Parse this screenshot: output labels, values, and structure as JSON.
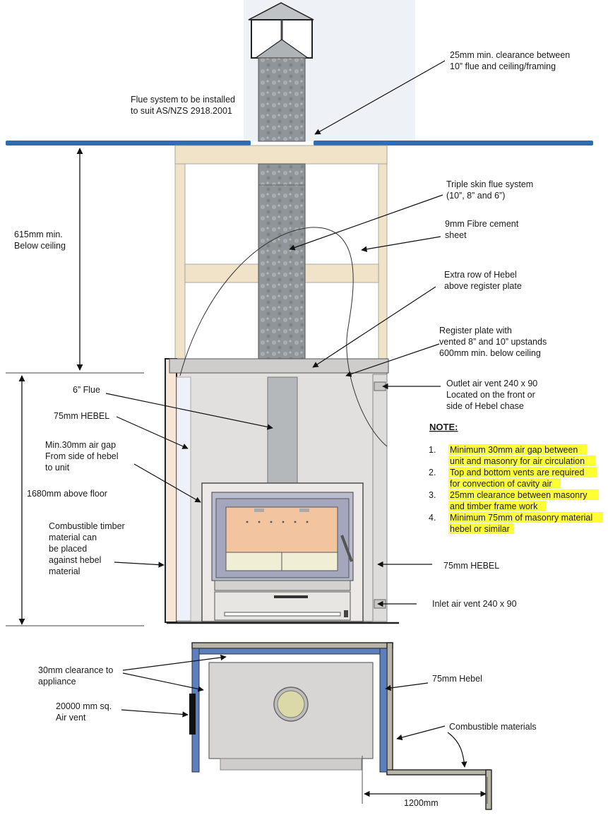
{
  "annotations": {
    "flue_system": [
      "Flue system to be installed",
      "to suit AS/NZS 2918.2001"
    ],
    "clearance_25mm": [
      "25mm min. clearance between",
      "10” flue and ceiling/framing"
    ],
    "triple_skin": [
      "Triple skin flue system",
      "(10”, 8” and 6”)"
    ],
    "fibre_cement": [
      "9mm Fibre cement",
      "sheet"
    ],
    "extra_row_hebel": [
      "Extra row of Hebel",
      "above register plate"
    ],
    "register_plate": [
      "Register plate  with",
      "vented 8” and 10” upstands",
      "600mm min. below ceiling"
    ],
    "outlet_vent": [
      "Outlet air vent 240 x 90",
      "Located on the front or",
      "side of Hebel chase"
    ],
    "below_ceiling_615": [
      "615mm min.",
      "Below ceiling"
    ],
    "flue_6": [
      "6” Flue"
    ],
    "hebel_75_left": [
      "75mm HEBEL"
    ],
    "air_gap_30": [
      "Min.30mm air gap",
      "From side of  hebel",
      "to unit"
    ],
    "above_floor_1680": [
      "1680mm above floor"
    ],
    "combustible_timber": [
      "Combustible timber",
      "material can",
      "be placed",
      "against hebel",
      " material"
    ],
    "hebel_75_right": [
      "75mm HEBEL"
    ],
    "inlet_vent": [
      "Inlet air vent 240 x 90"
    ],
    "clearance_30_appliance": [
      "30mm clearance to",
      "appliance"
    ],
    "air_vent_20000": [
      "20000 mm sq.",
      "Air vent"
    ],
    "hebel_75_plan": [
      "75mm Hebel"
    ],
    "combustible_materials": [
      "Combustible materials"
    ],
    "dim_1200": [
      "1200mm"
    ]
  },
  "note": {
    "title": "NOTE:",
    "items": [
      {
        "num": "1.",
        "lines": [
          "Minimum 30mm air gap between",
          "unit and masonry for air circulation"
        ]
      },
      {
        "num": "2.",
        "lines": [
          "Top and bottom vents are required",
          "for convection of cavity air"
        ]
      },
      {
        "num": "3.",
        "lines": [
          "25mm clearance between masonry",
          "and timber frame work"
        ]
      },
      {
        "num": "4.",
        "lines": [
          "Minimum 75mm of masonry material",
          "hebel or similar"
        ]
      }
    ],
    "highlight_color": "#ffff33"
  },
  "colors": {
    "ceiling": "#2e6db5",
    "timber": "#f1e3c8",
    "hebel": "#d8d5d2",
    "flue": "#9aa0a3",
    "stove_window": "#f2c5a0",
    "plan_wall": "#5b7fbf",
    "combustible_wall": "#b8b5a8"
  },
  "icons": [
    "cowl-icon",
    "firebox-icon",
    "vent-icon"
  ]
}
